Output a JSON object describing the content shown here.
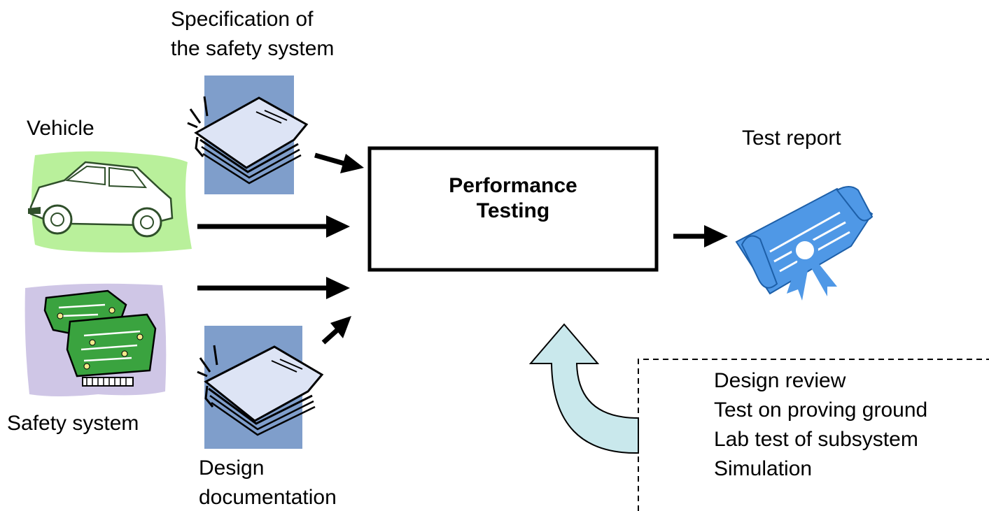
{
  "labels": {
    "spec_line1": "Specification of",
    "spec_line2": "the safety system",
    "vehicle": "Vehicle",
    "safety_system": "Safety system",
    "design_line1": "Design",
    "design_line2": "documentation",
    "test_report": "Test report"
  },
  "process": {
    "title_line1": "Performance",
    "title_line2": "Testing"
  },
  "methods": [
    "Design review",
    "Test on proving ground",
    "Lab test of subsystem",
    "Simulation"
  ],
  "icons": {
    "vehicle": "car-icon",
    "safety_system": "circuit-board-icon",
    "specification": "document-book-icon",
    "design_documentation": "document-book-icon",
    "test_report": "diploma-scroll-icon"
  },
  "colors": {
    "car_background": "#b9f09b",
    "car_line": "#2f4f2a",
    "board_background": "#cfc6e6",
    "board_green": "#3aa33f",
    "book_panel": "#7f9ecb",
    "book_page": "#dde4f5",
    "diploma": "#4f98e6",
    "feedback_arrow": "#c9e8ec",
    "box_border": "#000000"
  }
}
